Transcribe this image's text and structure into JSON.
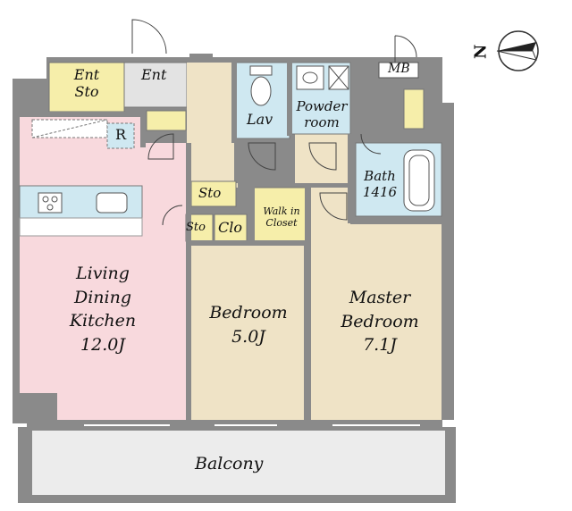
{
  "compass": {
    "letter": "N"
  },
  "rooms": {
    "ldk": {
      "line1": "Living",
      "line2": "Dining",
      "line3": "Kitchen",
      "size": "12.0J"
    },
    "bedroom": {
      "line1": "Bedroom",
      "size": "5.0J"
    },
    "master": {
      "line1": "Master",
      "line2": "Bedroom",
      "size": "7.1J"
    },
    "balcony": {
      "name": "Balcony"
    },
    "entrance": {
      "name": "Ent"
    },
    "ent_storage": {
      "line1": "Ent",
      "line2": "Sto"
    },
    "lavatory": {
      "name": "Lav"
    },
    "powder": {
      "line1": "Powder",
      "line2": "room"
    },
    "bath": {
      "line1": "Bath",
      "line2": "1416"
    },
    "meter_box": {
      "name": "MB"
    },
    "refrigerator": {
      "name": "R"
    },
    "storage_hall": {
      "name": "Sto"
    },
    "storage_ldk": {
      "name": "Sto"
    },
    "closet": {
      "name": "Clo"
    },
    "walk_in": {
      "line1": "Walk in",
      "line2": "Closet"
    }
  },
  "colors": {
    "ldk": "#f8d9dd",
    "bedroom": "#efe3c6",
    "entrance_storage": "#f6eeaa",
    "wet_area": "#cfe8f1",
    "entrance_floor": "#e3e3e3",
    "balcony": "#ececec",
    "walls": "#8a8a8a"
  }
}
